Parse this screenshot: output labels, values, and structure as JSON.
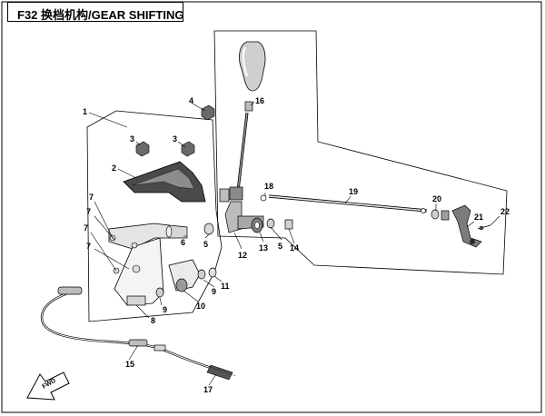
{
  "title": "F32 换档机构/GEAR SHIFTING",
  "direction_label": "FWD",
  "colors": {
    "line": "#000000",
    "part_dark": "#3a3a3a",
    "part_mid": "#8a8a8a",
    "part_light": "#d4d4d4",
    "background": "#ffffff"
  },
  "callouts": [
    {
      "id": "c1",
      "text": "1"
    },
    {
      "id": "c2",
      "text": "2"
    },
    {
      "id": "c3a",
      "text": "3"
    },
    {
      "id": "c3b",
      "text": "3"
    },
    {
      "id": "c4",
      "text": "4"
    },
    {
      "id": "c5a",
      "text": "5"
    },
    {
      "id": "c5b",
      "text": "5"
    },
    {
      "id": "c6",
      "text": "6"
    },
    {
      "id": "c7a",
      "text": "7"
    },
    {
      "id": "c7b",
      "text": "7"
    },
    {
      "id": "c7c",
      "text": "7"
    },
    {
      "id": "c7d",
      "text": "7"
    },
    {
      "id": "c8",
      "text": "8"
    },
    {
      "id": "c9a",
      "text": "9"
    },
    {
      "id": "c9b",
      "text": "9"
    },
    {
      "id": "c10",
      "text": "10"
    },
    {
      "id": "c11",
      "text": "11"
    },
    {
      "id": "c12",
      "text": "12"
    },
    {
      "id": "c13",
      "text": "13"
    },
    {
      "id": "c14",
      "text": "14"
    },
    {
      "id": "c15",
      "text": "15"
    },
    {
      "id": "c16",
      "text": "16"
    },
    {
      "id": "c17",
      "text": "17"
    },
    {
      "id": "c18",
      "text": "18"
    },
    {
      "id": "c19",
      "text": "19"
    },
    {
      "id": "c20",
      "text": "20"
    },
    {
      "id": "c21",
      "text": "21"
    },
    {
      "id": "c22",
      "text": "22"
    }
  ]
}
